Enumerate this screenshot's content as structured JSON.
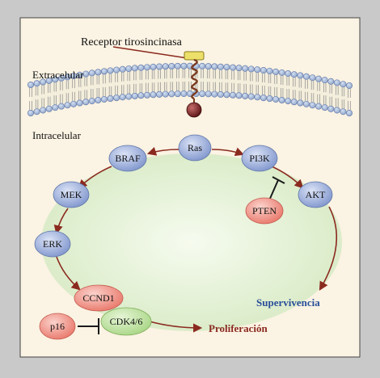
{
  "labels": {
    "receptor": "Receptor tirosincinasa",
    "extracellular": "Extracelular",
    "intracellular": "Intracelular",
    "survival": "Supervivencia",
    "proliferation": "Proliferación"
  },
  "nodes": {
    "ras": "Ras",
    "braf": "BRAF",
    "pi3k": "PI3K",
    "mek": "MEK",
    "akt": "AKT",
    "pten": "PTEN",
    "erk": "ERK",
    "ccnd1": "CCND1",
    "p16": "p16",
    "cdk46": "CDK4/6"
  },
  "colors": {
    "frame_gray": "#c9c9c9",
    "panel": "#fbf3e3",
    "cell_fill": "#e4f1d6",
    "arrow": "#8b2a1f",
    "node_blue": "#8fa4d6",
    "node_red": "#f08c80",
    "node_green": "#b9df99",
    "survival_text": "#2a4f9a",
    "proliferation_text": "#8b2a1f"
  }
}
